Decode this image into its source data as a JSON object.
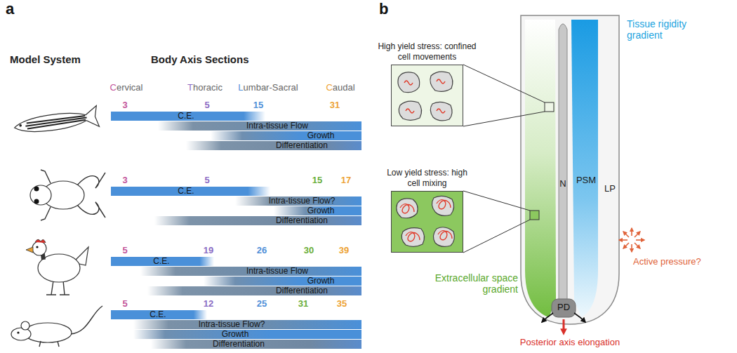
{
  "diagram": {
    "nodes": [
      {
        "text": [
          "C.E."
        ]
      },
      {
        "text": [
          "Intra-tissue Flow"
        ]
      },
      {
        "text": [
          "Growth"
        ]
      },
      {
        "text": [
          "Differentiation"
        ]
      },
      {
        "text": [
          "C.E."
        ]
      },
      {
        "text": [
          "Intra-tissue Flow?"
        ]
      },
      {
        "text": [
          "Growth"
        ]
      },
      {
        "text": [
          "Differentiation"
        ]
      },
      {
        "text": [
          "C.E."
        ]
      },
      {
        "text": [
          "Intra-tissue Flow"
        ]
      },
      {
        "text": [
          "Growth"
        ]
      },
      {
        "text": [
          "Differentiation"
        ]
      },
      {
        "text": [
          "C.E."
        ]
      },
      {
        "text": [
          "Intra-tissue Flow?"
        ]
      },
      {
        "text": [
          "Growth"
        ]
      },
      {
        "text": [
          "Differentiation"
        ]
      },
      {
        "text": [
          "High yield stress: confined cell movements"
        ]
      },
      {
        "text": [
          "Low yield stress: high cell mixing"
        ]
      }
    ],
    "labels": [
      "a",
      "Model System",
      "Body Axis Sections",
      "Cervical",
      "Thoracic",
      "Lumbar-Sacral",
      "Caudal",
      "3",
      "5",
      "15",
      "31",
      "3",
      "5",
      "15",
      "17",
      "5",
      "19",
      "26",
      "30",
      "39",
      "5",
      "12",
      "25",
      "31",
      "35",
      "b",
      "Tissue rigidity gradient",
      "PSM",
      "LP",
      "N",
      "PD",
      "Active pressure?",
      "Extracellular space gradient",
      "Posterior axis elongation"
    ]
  }
}
